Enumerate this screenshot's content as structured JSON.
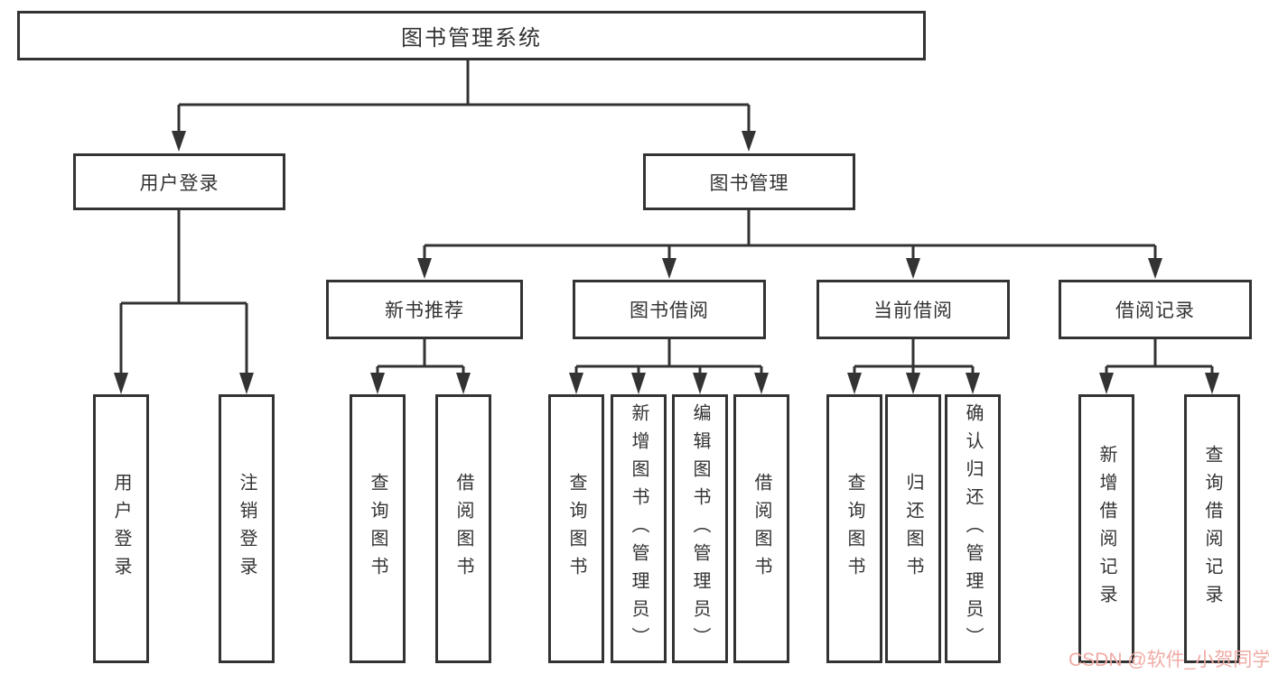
{
  "tree": {
    "label": "图书管理系统",
    "children": [
      {
        "label": "用户登录",
        "children": [
          {
            "label": "用户登录"
          },
          {
            "label": "注销登录"
          }
        ]
      },
      {
        "label": "图书管理",
        "children": [
          {
            "label": "新书推荐",
            "children": [
              {
                "label": "查询图书"
              },
              {
                "label": "借阅图书"
              }
            ]
          },
          {
            "label": "图书借阅",
            "children": [
              {
                "label": "查询图书"
              },
              {
                "label": "新增图书（管理员）"
              },
              {
                "label": "编辑图书（管理员）"
              },
              {
                "label": "借阅图书"
              }
            ]
          },
          {
            "label": "当前借阅",
            "children": [
              {
                "label": "查询图书"
              },
              {
                "label": "归还图书"
              },
              {
                "label": "确认归还（管理员）"
              }
            ]
          },
          {
            "label": "借阅记录",
            "children": [
              {
                "label": "新增借阅记录"
              },
              {
                "label": "查询借阅记录"
              }
            ]
          }
        ]
      }
    ]
  },
  "watermark": {
    "text": "CSDN @软件_小贺同学",
    "color": "#f0aba5"
  },
  "colors": {
    "line": "#333333",
    "box_border": "#333333",
    "background": "#ffffff",
    "text": "#333333"
  }
}
